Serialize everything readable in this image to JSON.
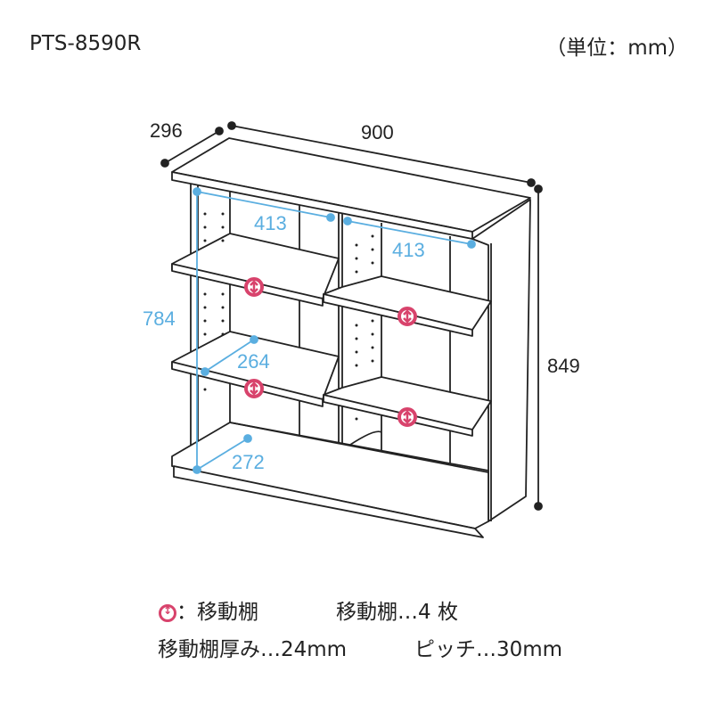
{
  "header": {
    "model": "PTS-8590R",
    "unit": "（単位：mm）"
  },
  "dimensions": {
    "depth": "296",
    "width": "900",
    "height": "849",
    "inner_height": "784",
    "inner_width_left": "413",
    "inner_width_right": "413",
    "shelf_depth": "264",
    "bottom_depth": "272"
  },
  "colors": {
    "accent_blue": "#5aaee0",
    "marker_pink": "#d8436c"
  },
  "legend": {
    "marker_icon": "movable-shelf-icon",
    "marker_label": "：移動棚",
    "count": "移動棚…4 枚",
    "thickness": "移動棚厚み…24mm",
    "pitch": "ピッチ…30mm"
  }
}
